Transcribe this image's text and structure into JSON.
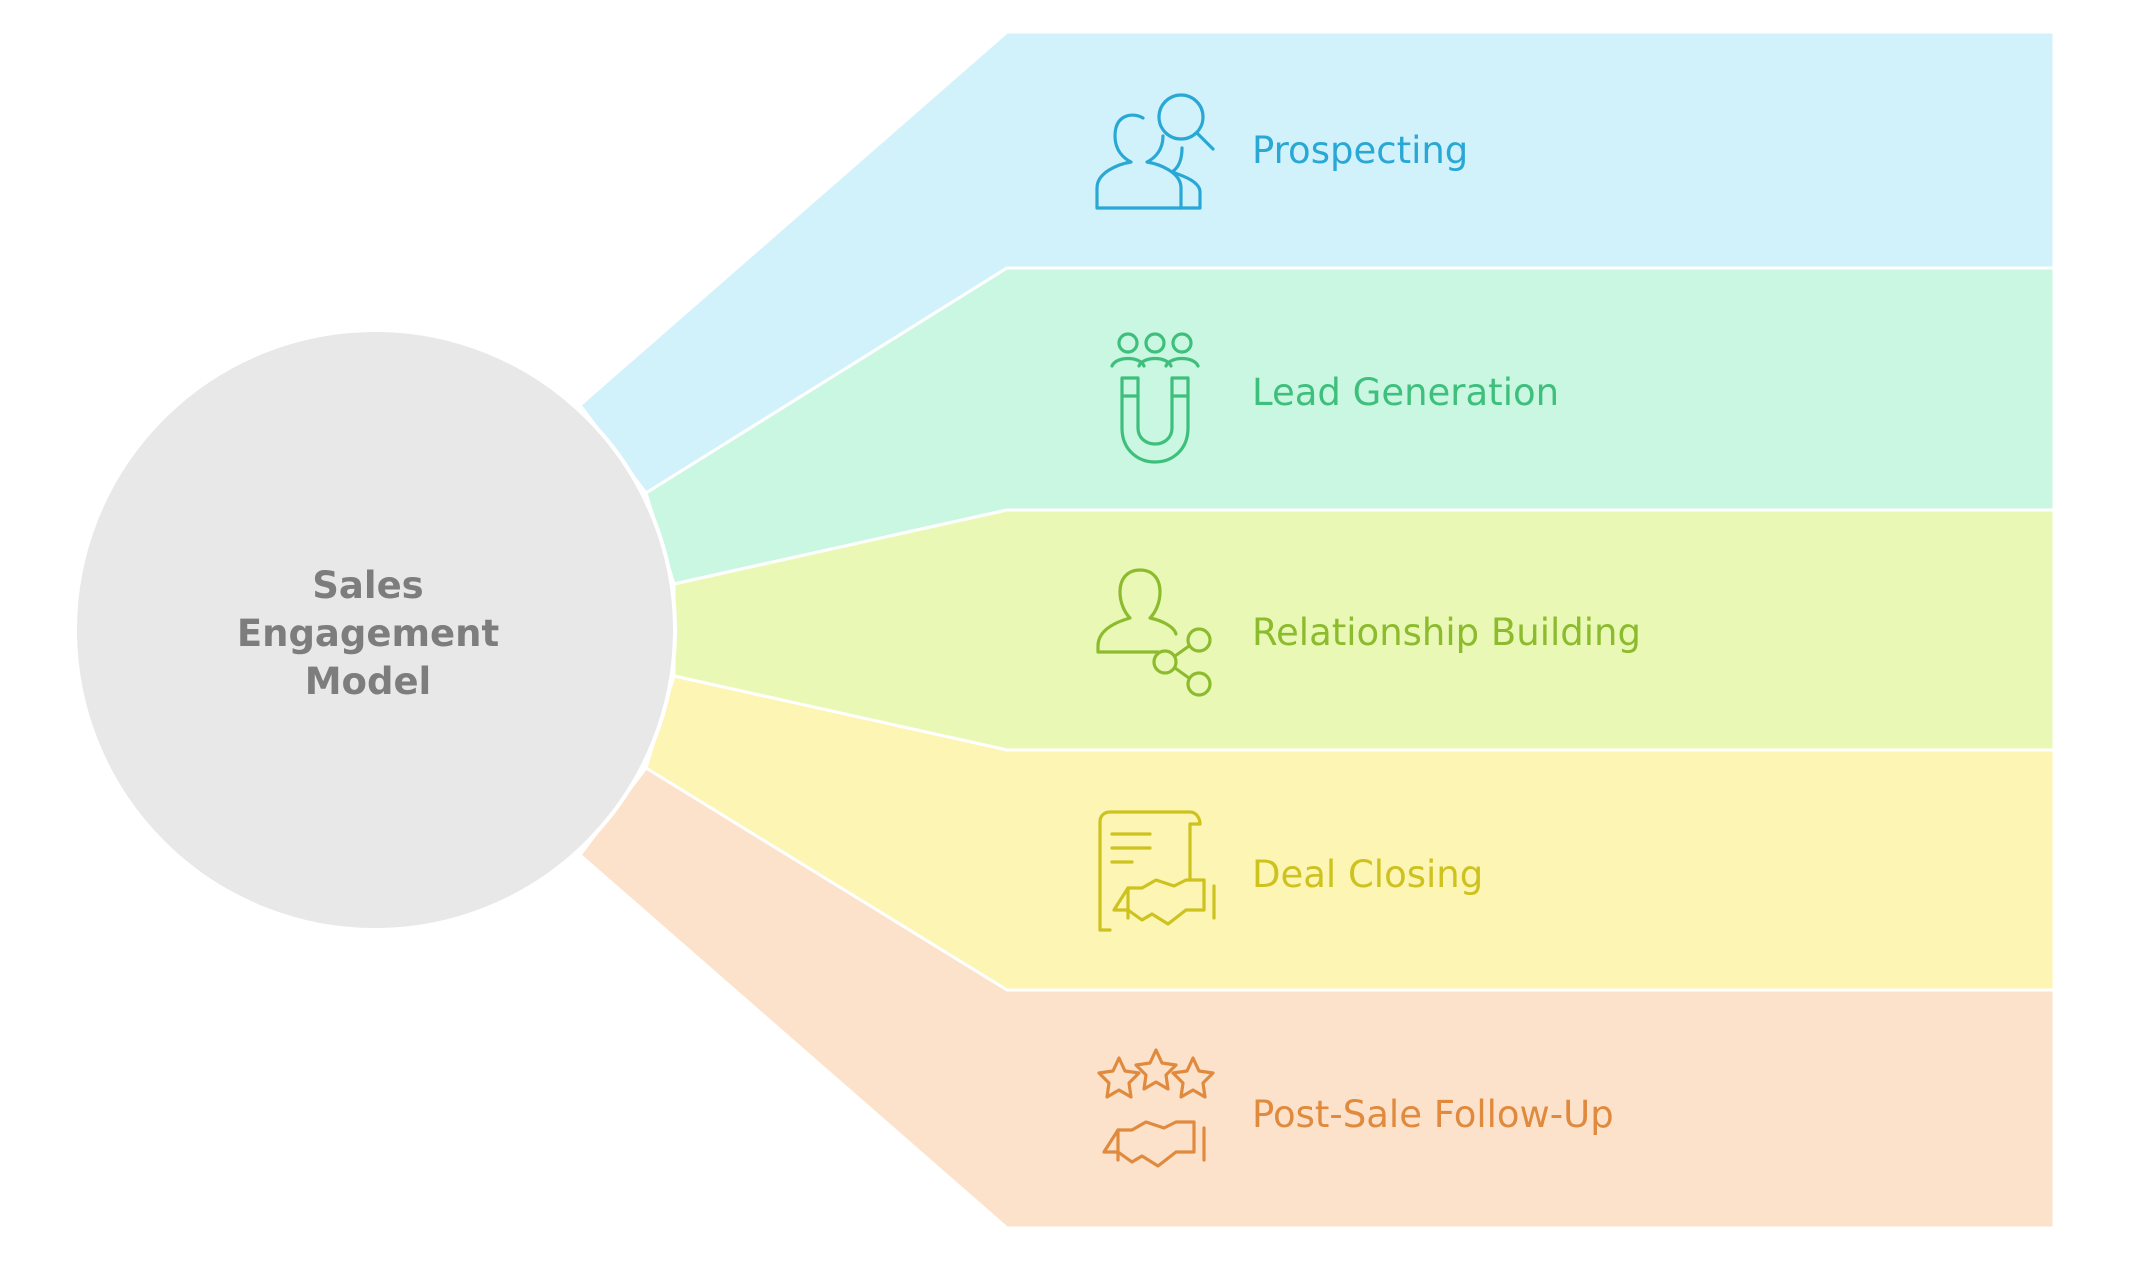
{
  "center": {
    "lines": [
      "Sales",
      "Engagement",
      "Model"
    ],
    "color": "#7d7d7d",
    "fill": "#e8e8e8"
  },
  "stages": [
    {
      "label": "Prospecting",
      "icon": "prospect-search-icon",
      "text_color": "#29a8d6",
      "band_color": "#d2f2fb"
    },
    {
      "label": "Lead Generation",
      "icon": "lead-magnet-icon",
      "text_color": "#3fbf7c",
      "band_color": "#c9f7e2"
    },
    {
      "label": "Relationship Building",
      "icon": "person-share-icon",
      "text_color": "#8dbb2e",
      "band_color": "#e9f9b5"
    },
    {
      "label": "Deal Closing",
      "icon": "contract-handshake-icon",
      "text_color": "#cdc21e",
      "band_color": "#fdf5b3"
    },
    {
      "label": "Post-Sale Follow-Up",
      "icon": "stars-handshake-icon",
      "text_color": "#e08a3e",
      "band_color": "#fde2cb"
    }
  ]
}
